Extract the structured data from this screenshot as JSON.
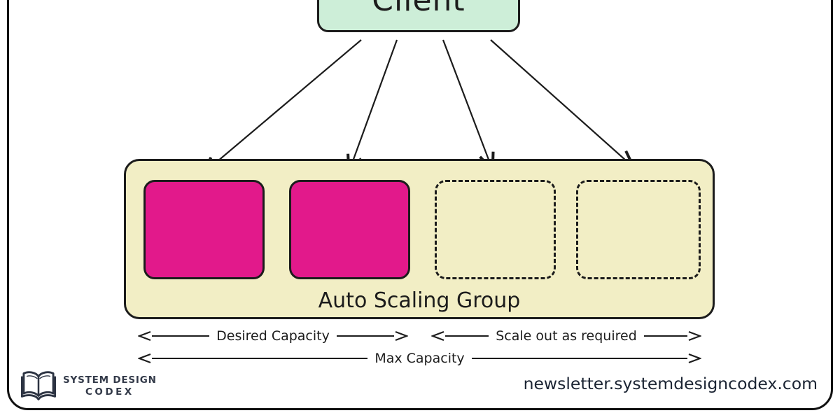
{
  "client": {
    "label": "Client"
  },
  "asg": {
    "label": "Auto Scaling Group"
  },
  "instances": [
    {
      "state": "running"
    },
    {
      "state": "running"
    },
    {
      "state": "standby"
    },
    {
      "state": "standby"
    }
  ],
  "annotations": {
    "desired_capacity": "Desired Capacity",
    "scale_out": "Scale out as required",
    "max_capacity": "Max Capacity"
  },
  "footer": {
    "brand_top": "SYSTEM DESIGN",
    "brand_bottom": "CODEX",
    "url": "newsletter.systemdesigncodex.com"
  },
  "colors": {
    "stroke": "#1c1c1c",
    "client_fill": "#cdeed8",
    "asg_fill": "#f2eec5",
    "instance_fill": "#e2198b",
    "brand_text": "#333a49",
    "url_text": "#1b2433"
  }
}
